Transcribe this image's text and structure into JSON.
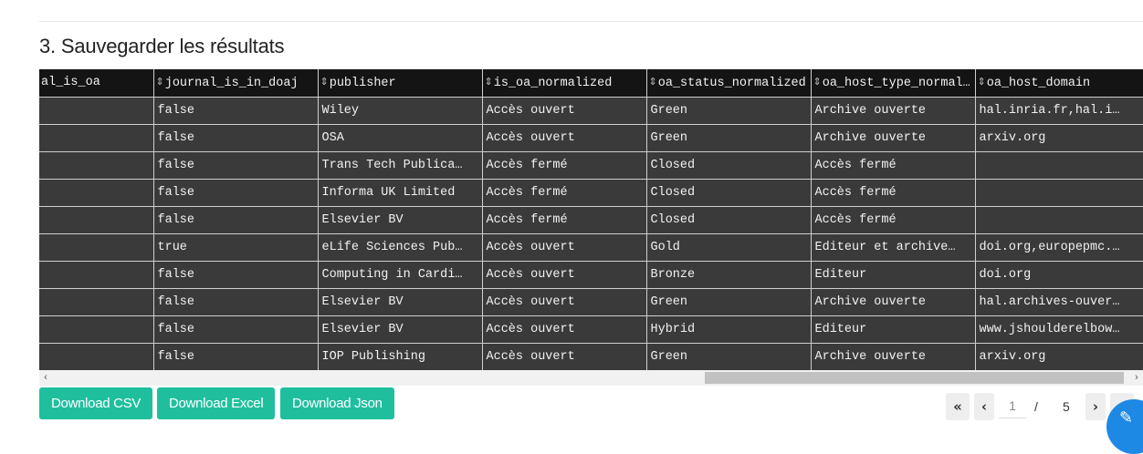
{
  "section": {
    "title": "3. Sauvegarder les résultats"
  },
  "table": {
    "columns": [
      {
        "label": "al_is_oa",
        "sortable": false
      },
      {
        "label": "journal_is_in_doaj",
        "sortable": true
      },
      {
        "label": "publisher",
        "sortable": true
      },
      {
        "label": "is_oa_normalized",
        "sortable": true
      },
      {
        "label": "oa_status_normalized",
        "sortable": true
      },
      {
        "label": "oa_host_type_normalized",
        "sortable": true
      },
      {
        "label": "oa_host_domain",
        "sortable": true
      }
    ],
    "rows": [
      [
        "",
        "false",
        "Wiley",
        "Accès ouvert",
        "Green",
        "Archive ouverte",
        "hal.inria.fr,hal.i…"
      ],
      [
        "",
        "false",
        "OSA",
        "Accès ouvert",
        "Green",
        "Archive ouverte",
        "arxiv.org"
      ],
      [
        "",
        "false",
        "Trans Tech Publica…",
        "Accès fermé",
        "Closed",
        "Accès fermé",
        ""
      ],
      [
        "",
        "false",
        "Informa UK Limited",
        "Accès fermé",
        "Closed",
        "Accès fermé",
        ""
      ],
      [
        "",
        "false",
        "Elsevier BV",
        "Accès fermé",
        "Closed",
        "Accès fermé",
        ""
      ],
      [
        "",
        "true",
        "eLife Sciences Pub…",
        "Accès ouvert",
        "Gold",
        "Editeur et archive…",
        "doi.org,europepmc.…"
      ],
      [
        "",
        "false",
        "Computing in Cardi…",
        "Accès ouvert",
        "Bronze",
        "Editeur",
        "doi.org"
      ],
      [
        "",
        "false",
        "Elsevier BV",
        "Accès ouvert",
        "Green",
        "Archive ouverte",
        "hal.archives-ouver…"
      ],
      [
        "",
        "false",
        "Elsevier BV",
        "Accès ouvert",
        "Hybrid",
        "Editeur",
        "www.jshoulderelbow…"
      ],
      [
        "",
        "false",
        "IOP Publishing",
        "Accès ouvert",
        "Green",
        "Archive ouverte",
        "arxiv.org"
      ]
    ]
  },
  "scrollbar": {
    "left_arrow": "‹",
    "right_arrow": "›"
  },
  "buttons": {
    "csv": "Download CSV",
    "excel": "Download Excel",
    "json": "Download Json"
  },
  "pagination": {
    "first_icon": "«",
    "prev_icon": "‹",
    "current_page": "1",
    "separator": "/",
    "total_pages": "5",
    "next_icon": "›",
    "last_icon": "»"
  },
  "fab": {
    "icon": "pencil-icon",
    "glyph": "✎"
  },
  "colors": {
    "accent": "#1fbf9e",
    "table_header_bg": "#141414",
    "table_body_bg": "#3a3a3a",
    "fab": "#1e88e5"
  }
}
